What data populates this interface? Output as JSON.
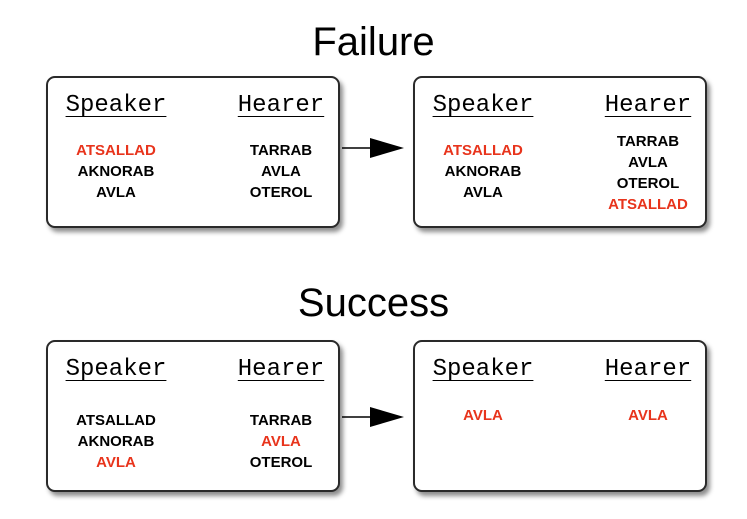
{
  "titles": {
    "failure": "Failure",
    "success": "Success"
  },
  "headings": {
    "speaker": "Speaker",
    "hearer": "Hearer"
  },
  "colors": {
    "highlight": "#e8341c",
    "text": "#000000",
    "border": "#2a2a2a"
  },
  "failure": {
    "before": {
      "speaker": [
        {
          "word": "ATSALLAD",
          "highlight": true
        },
        {
          "word": "AKNORAB",
          "highlight": false
        },
        {
          "word": "AVLA",
          "highlight": false
        }
      ],
      "hearer": [
        {
          "word": "TARRAB",
          "highlight": false
        },
        {
          "word": "AVLA",
          "highlight": false
        },
        {
          "word": "OTEROL",
          "highlight": false
        }
      ]
    },
    "after": {
      "speaker": [
        {
          "word": "ATSALLAD",
          "highlight": true
        },
        {
          "word": "AKNORAB",
          "highlight": false
        },
        {
          "word": "AVLA",
          "highlight": false
        }
      ],
      "hearer": [
        {
          "word": "TARRAB",
          "highlight": false
        },
        {
          "word": "AVLA",
          "highlight": false
        },
        {
          "word": "OTEROL",
          "highlight": false
        },
        {
          "word": "ATSALLAD",
          "highlight": true
        }
      ]
    }
  },
  "success": {
    "before": {
      "speaker": [
        {
          "word": "ATSALLAD",
          "highlight": false
        },
        {
          "word": "AKNORAB",
          "highlight": false
        },
        {
          "word": "AVLA",
          "highlight": true
        }
      ],
      "hearer": [
        {
          "word": "TARRAB",
          "highlight": false
        },
        {
          "word": "AVLA",
          "highlight": true
        },
        {
          "word": "OTEROL",
          "highlight": false
        }
      ]
    },
    "after": {
      "speaker": [
        {
          "word": "AVLA",
          "highlight": true
        }
      ],
      "hearer": [
        {
          "word": "AVLA",
          "highlight": true
        }
      ]
    }
  }
}
